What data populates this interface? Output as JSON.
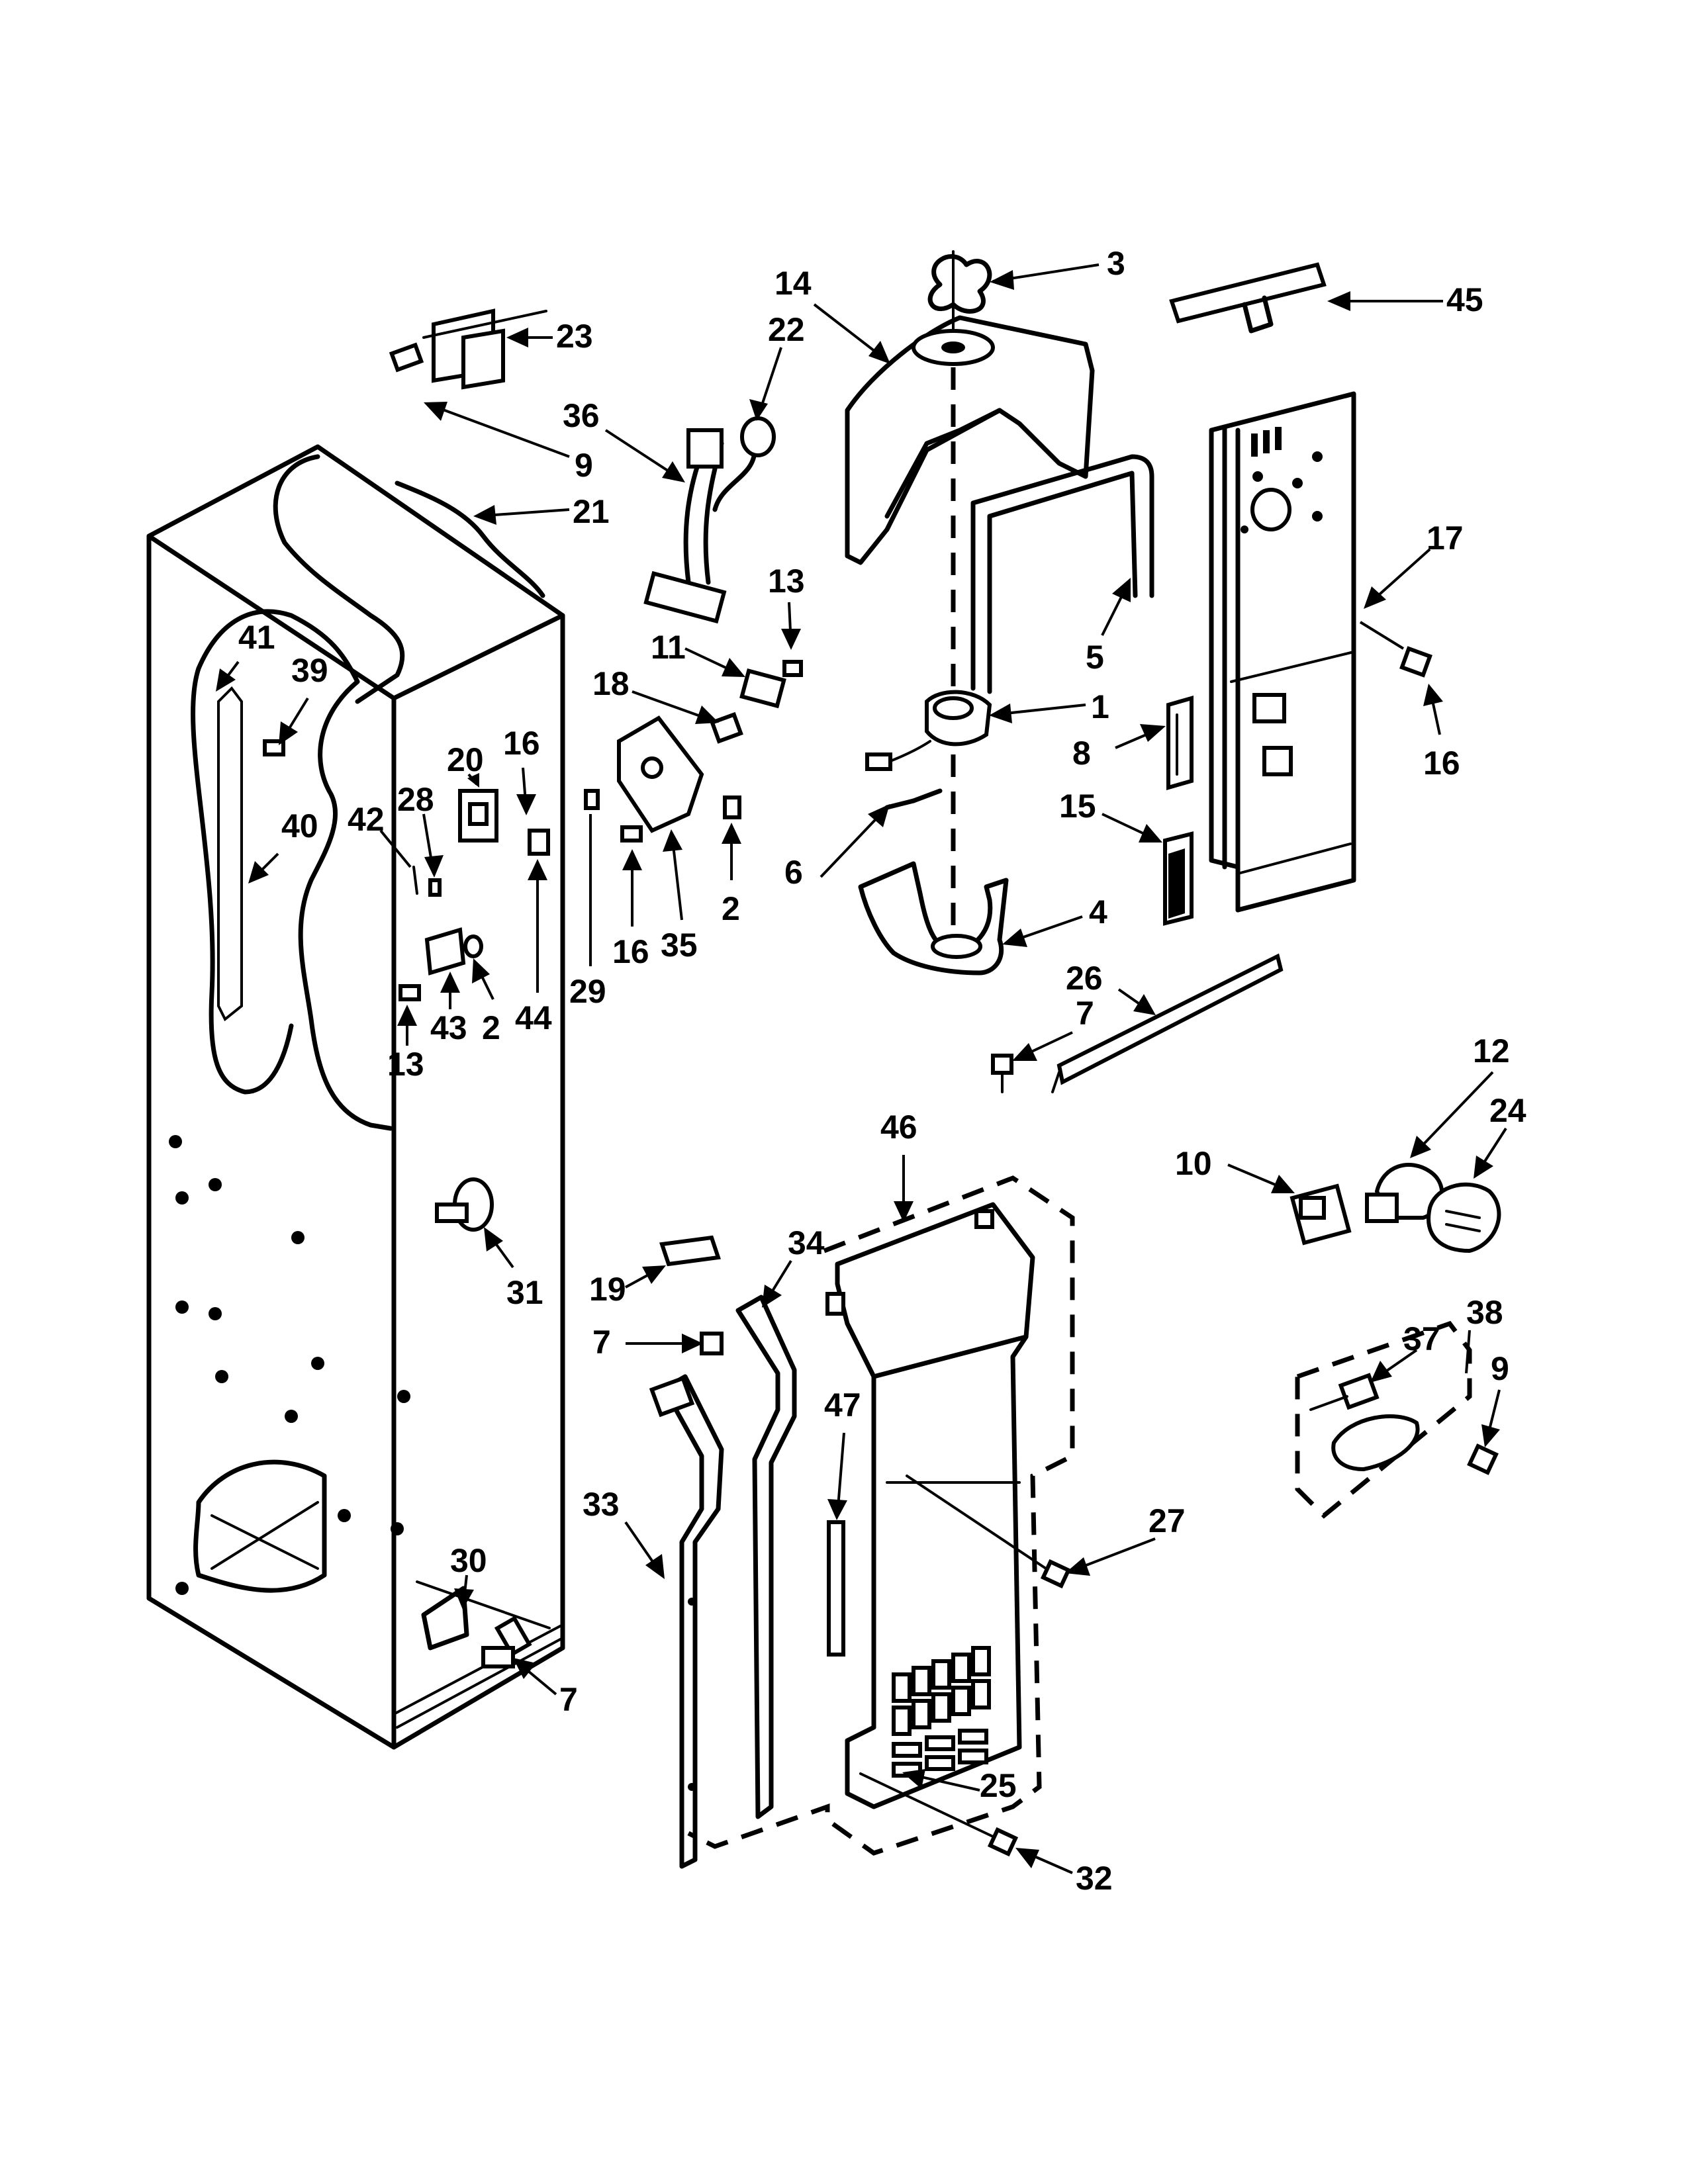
{
  "diagram": {
    "callouts": [
      {
        "id": "c1",
        "label": "1"
      },
      {
        "id": "c2a",
        "label": "2"
      },
      {
        "id": "c2b",
        "label": "2"
      },
      {
        "id": "c3",
        "label": "3"
      },
      {
        "id": "c4",
        "label": "4"
      },
      {
        "id": "c5",
        "label": "5"
      },
      {
        "id": "c6",
        "label": "6"
      },
      {
        "id": "c7a",
        "label": "7"
      },
      {
        "id": "c7b",
        "label": "7"
      },
      {
        "id": "c7c",
        "label": "7"
      },
      {
        "id": "c8",
        "label": "8"
      },
      {
        "id": "c9a",
        "label": "9"
      },
      {
        "id": "c9b",
        "label": "9"
      },
      {
        "id": "c10",
        "label": "10"
      },
      {
        "id": "c11",
        "label": "11"
      },
      {
        "id": "c12",
        "label": "12"
      },
      {
        "id": "c13a",
        "label": "13"
      },
      {
        "id": "c13b",
        "label": "13"
      },
      {
        "id": "c14",
        "label": "14"
      },
      {
        "id": "c15",
        "label": "15"
      },
      {
        "id": "c16a",
        "label": "16"
      },
      {
        "id": "c16b",
        "label": "16"
      },
      {
        "id": "c16c",
        "label": "16"
      },
      {
        "id": "c17",
        "label": "17"
      },
      {
        "id": "c18",
        "label": "18"
      },
      {
        "id": "c19",
        "label": "19"
      },
      {
        "id": "c20",
        "label": "20"
      },
      {
        "id": "c21",
        "label": "21"
      },
      {
        "id": "c22",
        "label": "22"
      },
      {
        "id": "c23",
        "label": "23"
      },
      {
        "id": "c24",
        "label": "24"
      },
      {
        "id": "c25",
        "label": "25"
      },
      {
        "id": "c26",
        "label": "26"
      },
      {
        "id": "c27",
        "label": "27"
      },
      {
        "id": "c28",
        "label": "28"
      },
      {
        "id": "c29",
        "label": "29"
      },
      {
        "id": "c30",
        "label": "30"
      },
      {
        "id": "c31",
        "label": "31"
      },
      {
        "id": "c32",
        "label": "32"
      },
      {
        "id": "c33",
        "label": "33"
      },
      {
        "id": "c34",
        "label": "34"
      },
      {
        "id": "c35",
        "label": "35"
      },
      {
        "id": "c36",
        "label": "36"
      },
      {
        "id": "c37",
        "label": "37"
      },
      {
        "id": "c38",
        "label": "38"
      },
      {
        "id": "c39",
        "label": "39"
      },
      {
        "id": "c40",
        "label": "40"
      },
      {
        "id": "c41",
        "label": "41"
      },
      {
        "id": "c42",
        "label": "42"
      },
      {
        "id": "c43",
        "label": "43"
      },
      {
        "id": "c44",
        "label": "44"
      },
      {
        "id": "c45",
        "label": "45"
      },
      {
        "id": "c46",
        "label": "46"
      },
      {
        "id": "c47",
        "label": "47"
      }
    ]
  }
}
